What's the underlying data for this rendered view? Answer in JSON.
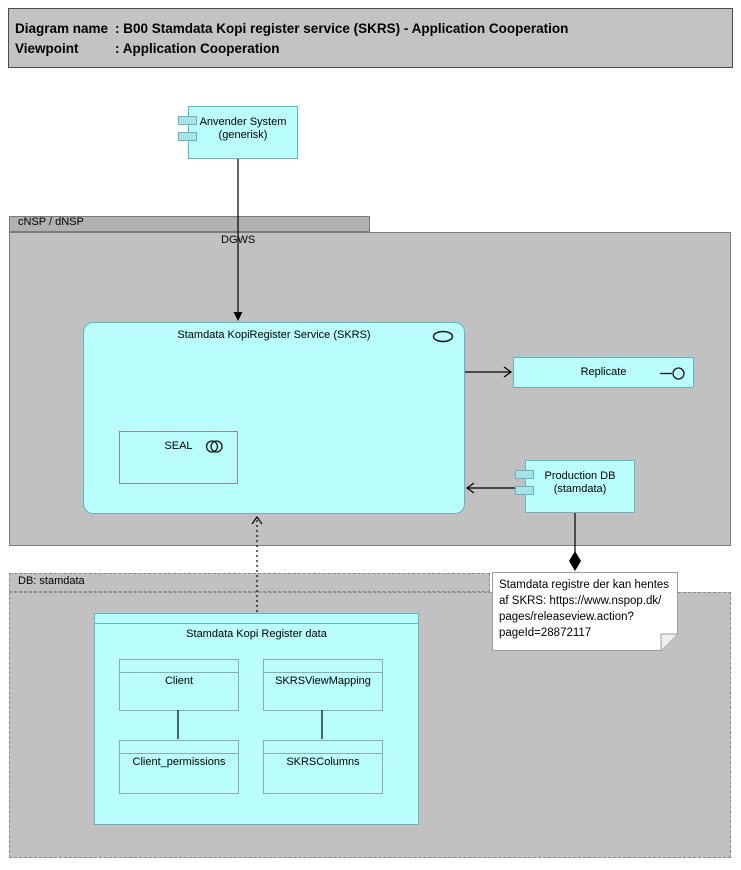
{
  "title_bar": {
    "line1_label": "Diagram name",
    "line1_value": ": B00 Stamdata Kopi register service (SKRS) - Application Cooperation",
    "line2_label": "Viewpoint",
    "line2_value": ": Application Cooperation"
  },
  "connector_labels": {
    "dgws": "DGWS"
  },
  "containers": {
    "cnsp": {
      "label": "cNSP / dNSP"
    },
    "db_stamdata": {
      "label": "DB: stamdata"
    }
  },
  "nodes": {
    "anvender_system": {
      "title": "Anvender System",
      "subtitle": "(generisk)"
    },
    "service": {
      "title": "Stamdata KopiRegister Service (SKRS)"
    },
    "seal": {
      "title": "SEAL"
    },
    "replicate": {
      "title": "Replicate"
    },
    "production_db": {
      "title": "Production DB",
      "subtitle": "(stamdata)"
    }
  },
  "note": {
    "text": "Stamdata registre der kan hentes\naf SKRS: https://www.nspop.dk/\npages/releaseview.action?\npageId=28872117"
  },
  "skrs_data": {
    "title": "Stamdata Kopi Register data",
    "tables": [
      {
        "name": "Client"
      },
      {
        "name": "SKRSViewMapping"
      },
      {
        "name": "Client_permissions"
      },
      {
        "name": "SKRSColumns"
      }
    ]
  },
  "colors": {
    "cyan_fill": "#b9fdfd",
    "cyan_border": "#68b2bc",
    "tab_fill": "#a8e4e6",
    "gray_fill": "#c1c1c1",
    "gray_tab": "#b1b1b1",
    "gray_border": "#7c7c7c",
    "dashed_border": "#8b8b8b",
    "titlebar_fill": "#c3c3c3",
    "note_fill": "#ffffff",
    "connector": "#000000"
  }
}
